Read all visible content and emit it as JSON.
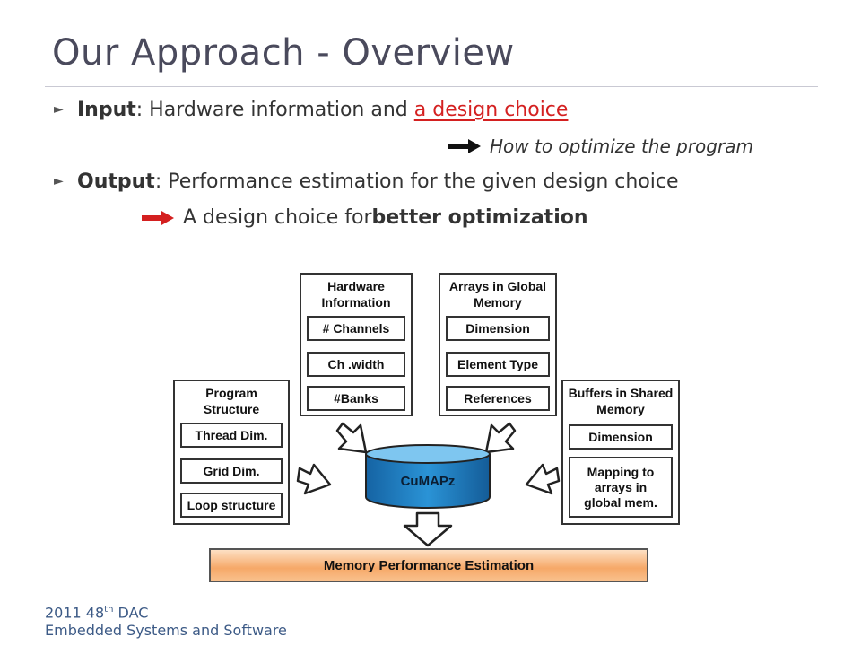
{
  "slide": {
    "title": "Our Approach - Overview",
    "bullets": [
      {
        "key": "Input",
        "text": ": Hardware information and ",
        "highlight": "a design choice",
        "sub": "How to optimize the program",
        "arrow_color": "black"
      },
      {
        "key": "Output",
        "text": ": Performance estimation for the given design choice",
        "sub_prefix": "A design choice for ",
        "sub_highlight": "better optimization",
        "arrow_color": "red"
      }
    ]
  },
  "diagram": {
    "hardware": {
      "title": "Hardware Information",
      "items": [
        "# Channels",
        "Ch .width",
        "#Banks"
      ]
    },
    "arrays": {
      "title": "Arrays in Global Memory",
      "items": [
        "Dimension",
        "Element Type",
        "References"
      ]
    },
    "program": {
      "title": "Program Structure",
      "items": [
        "Thread Dim.",
        "Grid Dim.",
        "Loop structure"
      ]
    },
    "buffers": {
      "title": "Buffers in Shared Memory",
      "items": [
        "Dimension",
        "Mapping to arrays in global mem."
      ]
    },
    "core": "CuMAPz",
    "output": "Memory Performance Estimation"
  },
  "footer": {
    "year": "2011 48",
    "sup": "th",
    "conf": " DAC",
    "track": "Embedded Systems and Software"
  },
  "colors": {
    "accent_red": "#d42020",
    "title_gray": "#4a4a5c",
    "footer_blue": "#3c5a86",
    "cylinder": "#1e7fc0"
  }
}
